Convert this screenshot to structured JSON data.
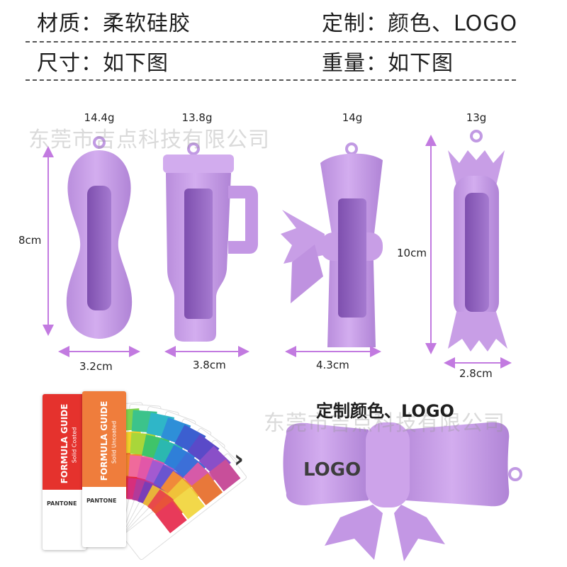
{
  "specs": {
    "material": "材质：柔软硅胶",
    "custom": "定制：颜色、LOGO",
    "size": "尺寸：如下图",
    "weight": "重量：如下图"
  },
  "watermark": "东莞市吉点科技有限公司",
  "products": [
    {
      "name": "peanut",
      "weight": "14.4g",
      "height": "8cm",
      "width": "3.2cm"
    },
    {
      "name": "tumbler",
      "weight": "13.8g",
      "width": "3.8cm"
    },
    {
      "name": "bow",
      "weight": "14g",
      "width": "4.3cm"
    },
    {
      "name": "candy",
      "weight": "13g",
      "height": "10cm",
      "width": "2.8cm"
    }
  ],
  "customization": {
    "title": "定制颜色、LOGO",
    "logo_text": "LOGO",
    "arrow": "›"
  },
  "pantone": {
    "card1_title": "FORMULA GUIDE",
    "card1_sub": "Solid Coated",
    "card2_title": "FORMULA GUIDE",
    "card2_sub": "Solid Uncoated",
    "brand": "PANTONE"
  },
  "colors": {
    "silicone": "#c9a0e6",
    "silicone_dark": "#b183d6",
    "window": "#9b6cc4",
    "arrow_line": "#c27ae0",
    "card1": "#e5322d",
    "card2": "#ef7d3c"
  }
}
